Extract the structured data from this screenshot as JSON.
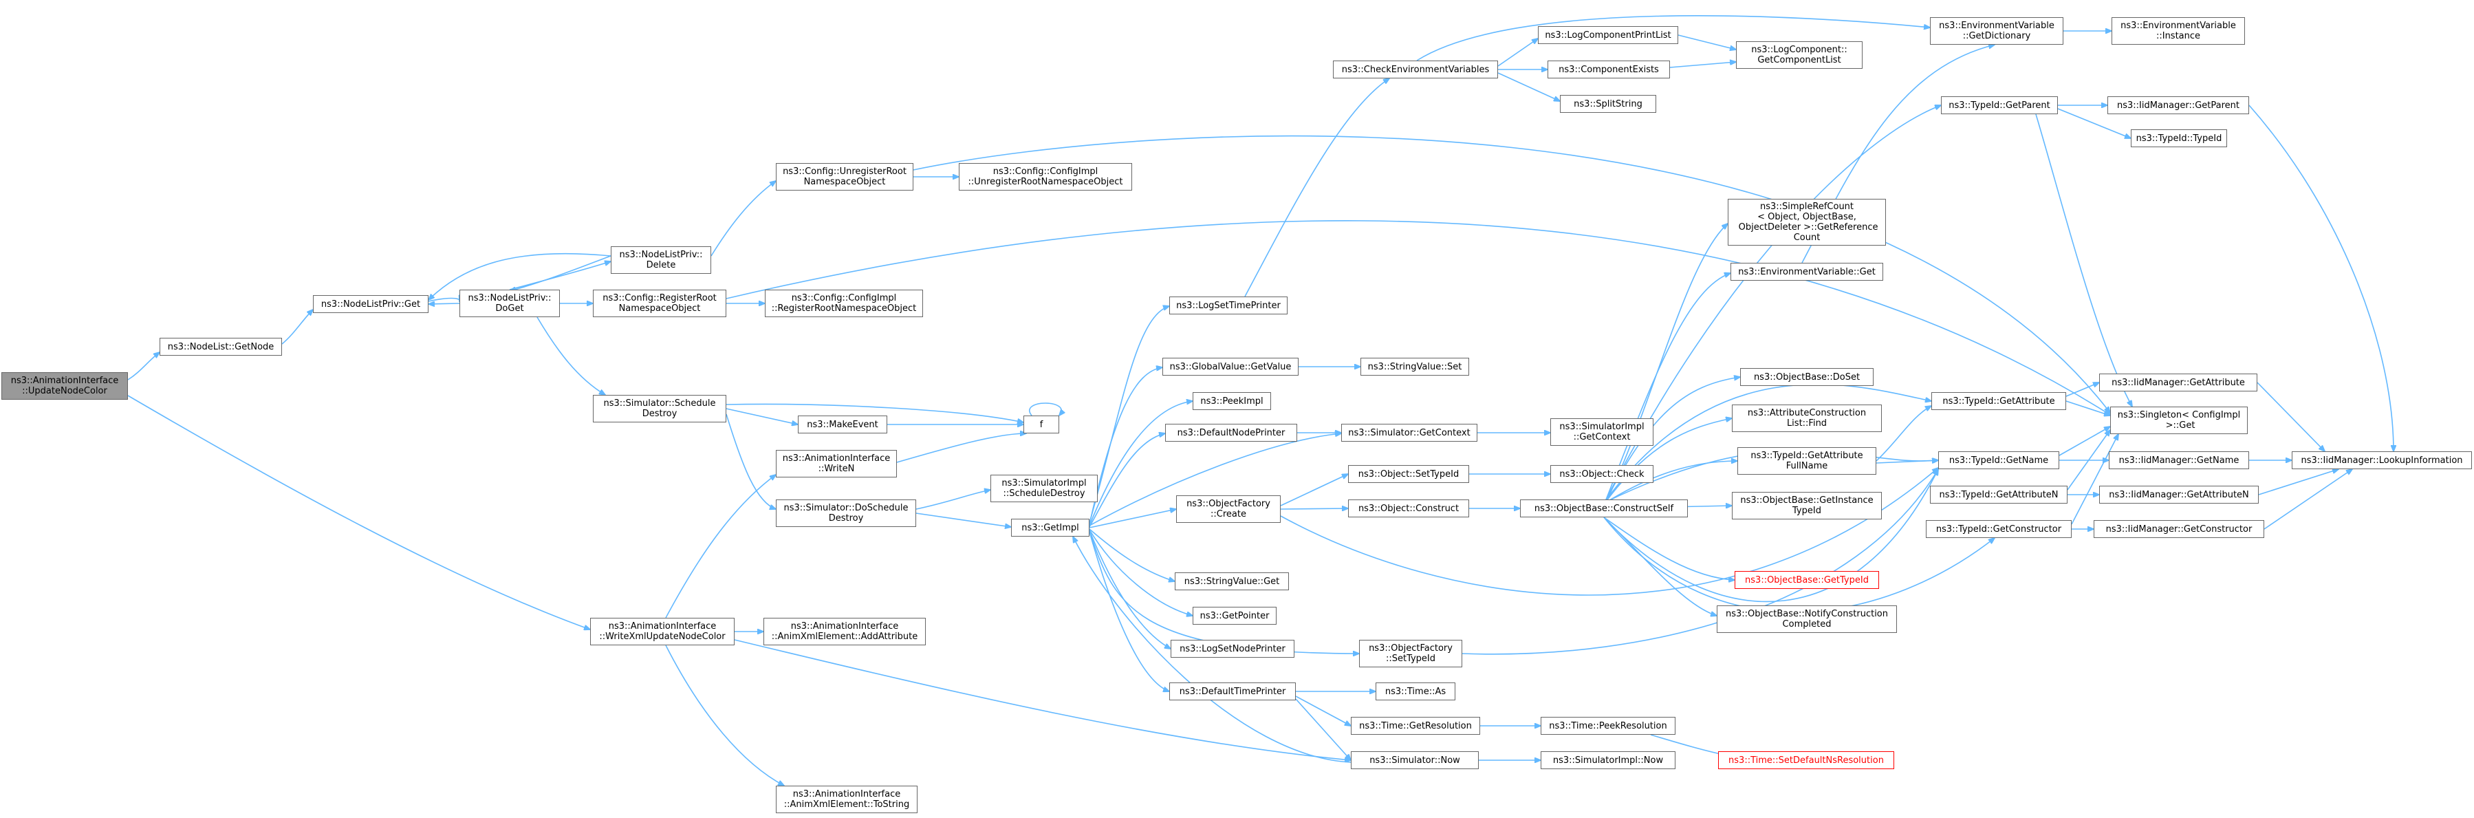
{
  "nodes": {
    "root": "ns3::AnimationInterface\n::UpdateNodeColor",
    "nodelist_getnode": "ns3::NodeList::GetNode",
    "nodelistpriv_get": "ns3::NodeListPriv::Get",
    "nodelistpriv_doget": "ns3::NodeListPriv::\nDoGet",
    "nodelistpriv_delete": "ns3::NodeListPriv::\nDelete",
    "config_unregister": "ns3::Config::UnregisterRoot\nNamespaceObject",
    "configimpl_unregister": "ns3::Config::ConfigImpl\n::UnregisterRootNamespaceObject",
    "config_register": "ns3::Config::RegisterRoot\nNamespaceObject",
    "configimpl_register": "ns3::Config::ConfigImpl\n::RegisterRootNamespaceObject",
    "sim_scheduledestroy": "ns3::Simulator::Schedule\nDestroy",
    "makeevent": "ns3::MakeEvent",
    "f": "f",
    "anim_writen": "ns3::AnimationInterface\n::WriteN",
    "sim_doscheduledestroy": "ns3::Simulator::DoSchedule\nDestroy",
    "simimpl_scheduledestroy": "ns3::SimulatorImpl\n::ScheduleDestroy",
    "writexml": "ns3::AnimationInterface\n::WriteXmlUpdateNodeColor",
    "addattribute": "ns3::AnimationInterface\n::AnimXmlElement::AddAttribute",
    "tostring": "ns3::AnimationInterface\n::AnimXmlElement::ToString",
    "getimpl": "ns3::GetImpl",
    "logsettimeprinter": "ns3::LogSetTimePrinter",
    "globalvalue_getvalue": "ns3::GlobalValue::GetValue",
    "stringvalue_set": "ns3::StringValue::Set",
    "peekimpl": "ns3::PeekImpl",
    "defaultnodeprinter": "ns3::DefaultNodePrinter",
    "sim_getcontext": "ns3::Simulator::GetContext",
    "simimpl_getcontext": "ns3::SimulatorImpl\n::GetContext",
    "objectfactory_create": "ns3::ObjectFactory\n::Create",
    "object_settypeid": "ns3::Object::SetTypeId",
    "object_construct": "ns3::Object::Construct",
    "object_check": "ns3::Object::Check",
    "stringvalue_get": "ns3::StringValue::Get",
    "getpointer": "ns3::GetPointer",
    "logsetnodeprinter": "ns3::LogSetNodePrinter",
    "objectfactory_settypeid": "ns3::ObjectFactory\n::SetTypeId",
    "defaulttimeprinter": "ns3::DefaultTimePrinter",
    "time_as": "ns3::Time::As",
    "time_getresolution": "ns3::Time::GetResolution",
    "time_peekresolution": "ns3::Time::PeekResolution",
    "time_setdefaultns": "ns3::Time::SetDefaultNsResolution",
    "sim_now": "ns3::Simulator::Now",
    "simimpl_now": "ns3::SimulatorImpl::Now",
    "checkenv": "ns3::CheckEnvironmentVariables",
    "logcomponentprintlist": "ns3::LogComponentPrintList",
    "componentexists": "ns3::ComponentExists",
    "splitstring": "ns3::SplitString",
    "logcomponent_getlist": "ns3::LogComponent::\nGetComponentList",
    "envvar_getdictionary": "ns3::EnvironmentVariable\n::GetDictionary",
    "envvar_instance": "ns3::EnvironmentVariable\n::Instance",
    "simplerefcount": "ns3::SimpleRefCount\n< Object, ObjectBase,\n ObjectDeleter >::GetReference\nCount",
    "envvar_get": "ns3::EnvironmentVariable::Get",
    "objectbase_doset": "ns3::ObjectBase::DoSet",
    "attrconstruction_find": "ns3::AttributeConstruction\nList::Find",
    "typeid_getattributefullname": "ns3::TypeId::GetAttribute\nFullName",
    "objectbase_constructself": "ns3::ObjectBase::ConstructSelf",
    "objectbase_getinstancetypeid": "ns3::ObjectBase::GetInstance\nTypeId",
    "objectbase_gettypeid": "ns3::ObjectBase::GetTypeId",
    "objectbase_notify": "ns3::ObjectBase::NotifyConstruction\nCompleted",
    "typeid_getparent": "ns3::TypeId::GetParent",
    "iidmanager_getparent": "ns3::IidManager::GetParent",
    "typeid_typeid": "ns3::TypeId::TypeId",
    "iidmanager_getattribute": "ns3::IidManager::GetAttribute",
    "typeid_getattribute": "ns3::TypeId::GetAttribute",
    "singleton_get": "ns3::Singleton< ConfigImpl\n >::Get",
    "typeid_getname": "ns3::TypeId::GetName",
    "iidmanager_getname": "ns3::IidManager::GetName",
    "iidmanager_lookupinformation": "ns3::IidManager::LookupInformation",
    "typeid_getattributen": "ns3::TypeId::GetAttributeN",
    "iidmanager_getattributen": "ns3::IidManager::GetAttributeN",
    "typeid_getconstructor": "ns3::TypeId::GetConstructor",
    "iidmanager_getconstructor": "ns3::IidManager::GetConstructor"
  },
  "styles": {
    "edge_color": "#63b8ff",
    "root_fill": "#999999",
    "node_border": "#666666",
    "highlight_red": "#ff0000"
  }
}
